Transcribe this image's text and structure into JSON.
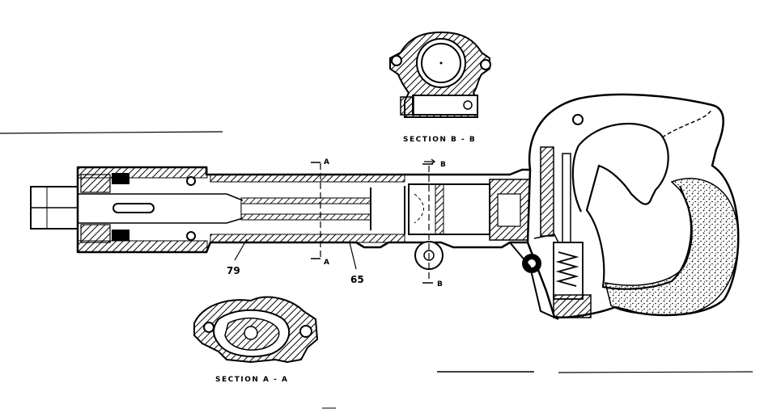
{
  "diagram": {
    "section_aa_label": "SECTION A - A",
    "section_bb_label": "SECTION B - B",
    "callouts": {
      "part_79": "79",
      "part_65": "65"
    },
    "section_marks": {
      "a_top": "A",
      "a_bottom": "A",
      "b_top": "B",
      "b_bottom": "B"
    }
  }
}
